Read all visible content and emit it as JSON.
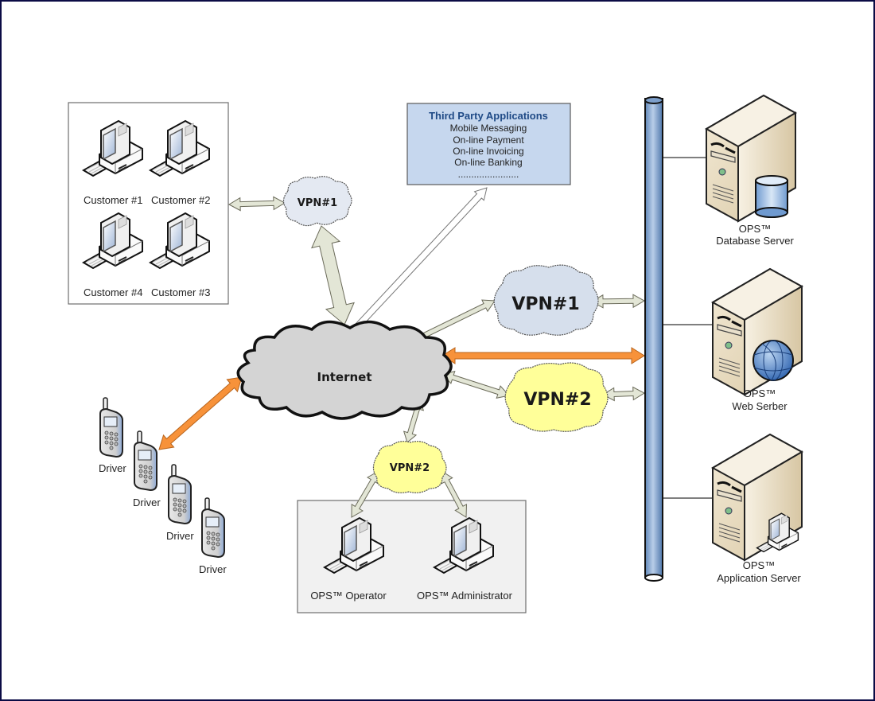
{
  "diagram": {
    "title": "OPS network architecture",
    "internet": {
      "label": "Internet"
    },
    "customers": {
      "items": [
        "Customer #1",
        "Customer #2",
        "Customer #4",
        "Customer #3"
      ]
    },
    "third_party": {
      "title": "Third Party Applications",
      "items": [
        "Mobile Messaging",
        "On-line Payment",
        "On-line Invoicing",
        "On-line Banking",
        "......................."
      ]
    },
    "vpns": {
      "customer_vpn": "VPN#1",
      "server_vpn1": "VPN#1",
      "server_vpn2": "VPN#2",
      "staff_vpn": "VPN#2"
    },
    "drivers": {
      "items": [
        "Driver",
        "Driver",
        "Driver",
        "Driver"
      ]
    },
    "staff": {
      "operator": "OPS™ Operator",
      "administrator": "OPS™ Administrator"
    },
    "servers": [
      {
        "line1": "OPS™",
        "line2": "Database Server",
        "badge": "database-icon"
      },
      {
        "line1": "OPS™",
        "line2": "Web Serber",
        "badge": "globe-icon"
      },
      {
        "line1": "OPS™",
        "line2": "Application Server",
        "badge": "workstation-icon"
      }
    ],
    "colors": {
      "orange_link": "#f7923a",
      "vpn1_fill": "#dfe6f1",
      "vpn2_fill": "#ffff99",
      "internet_fill": "#d4d4d4",
      "link_fill": "#e3e6d6",
      "backbone": "#8fb0d6",
      "third_party_fill": "#c6d7ee",
      "frame": "#0b0b45"
    }
  }
}
